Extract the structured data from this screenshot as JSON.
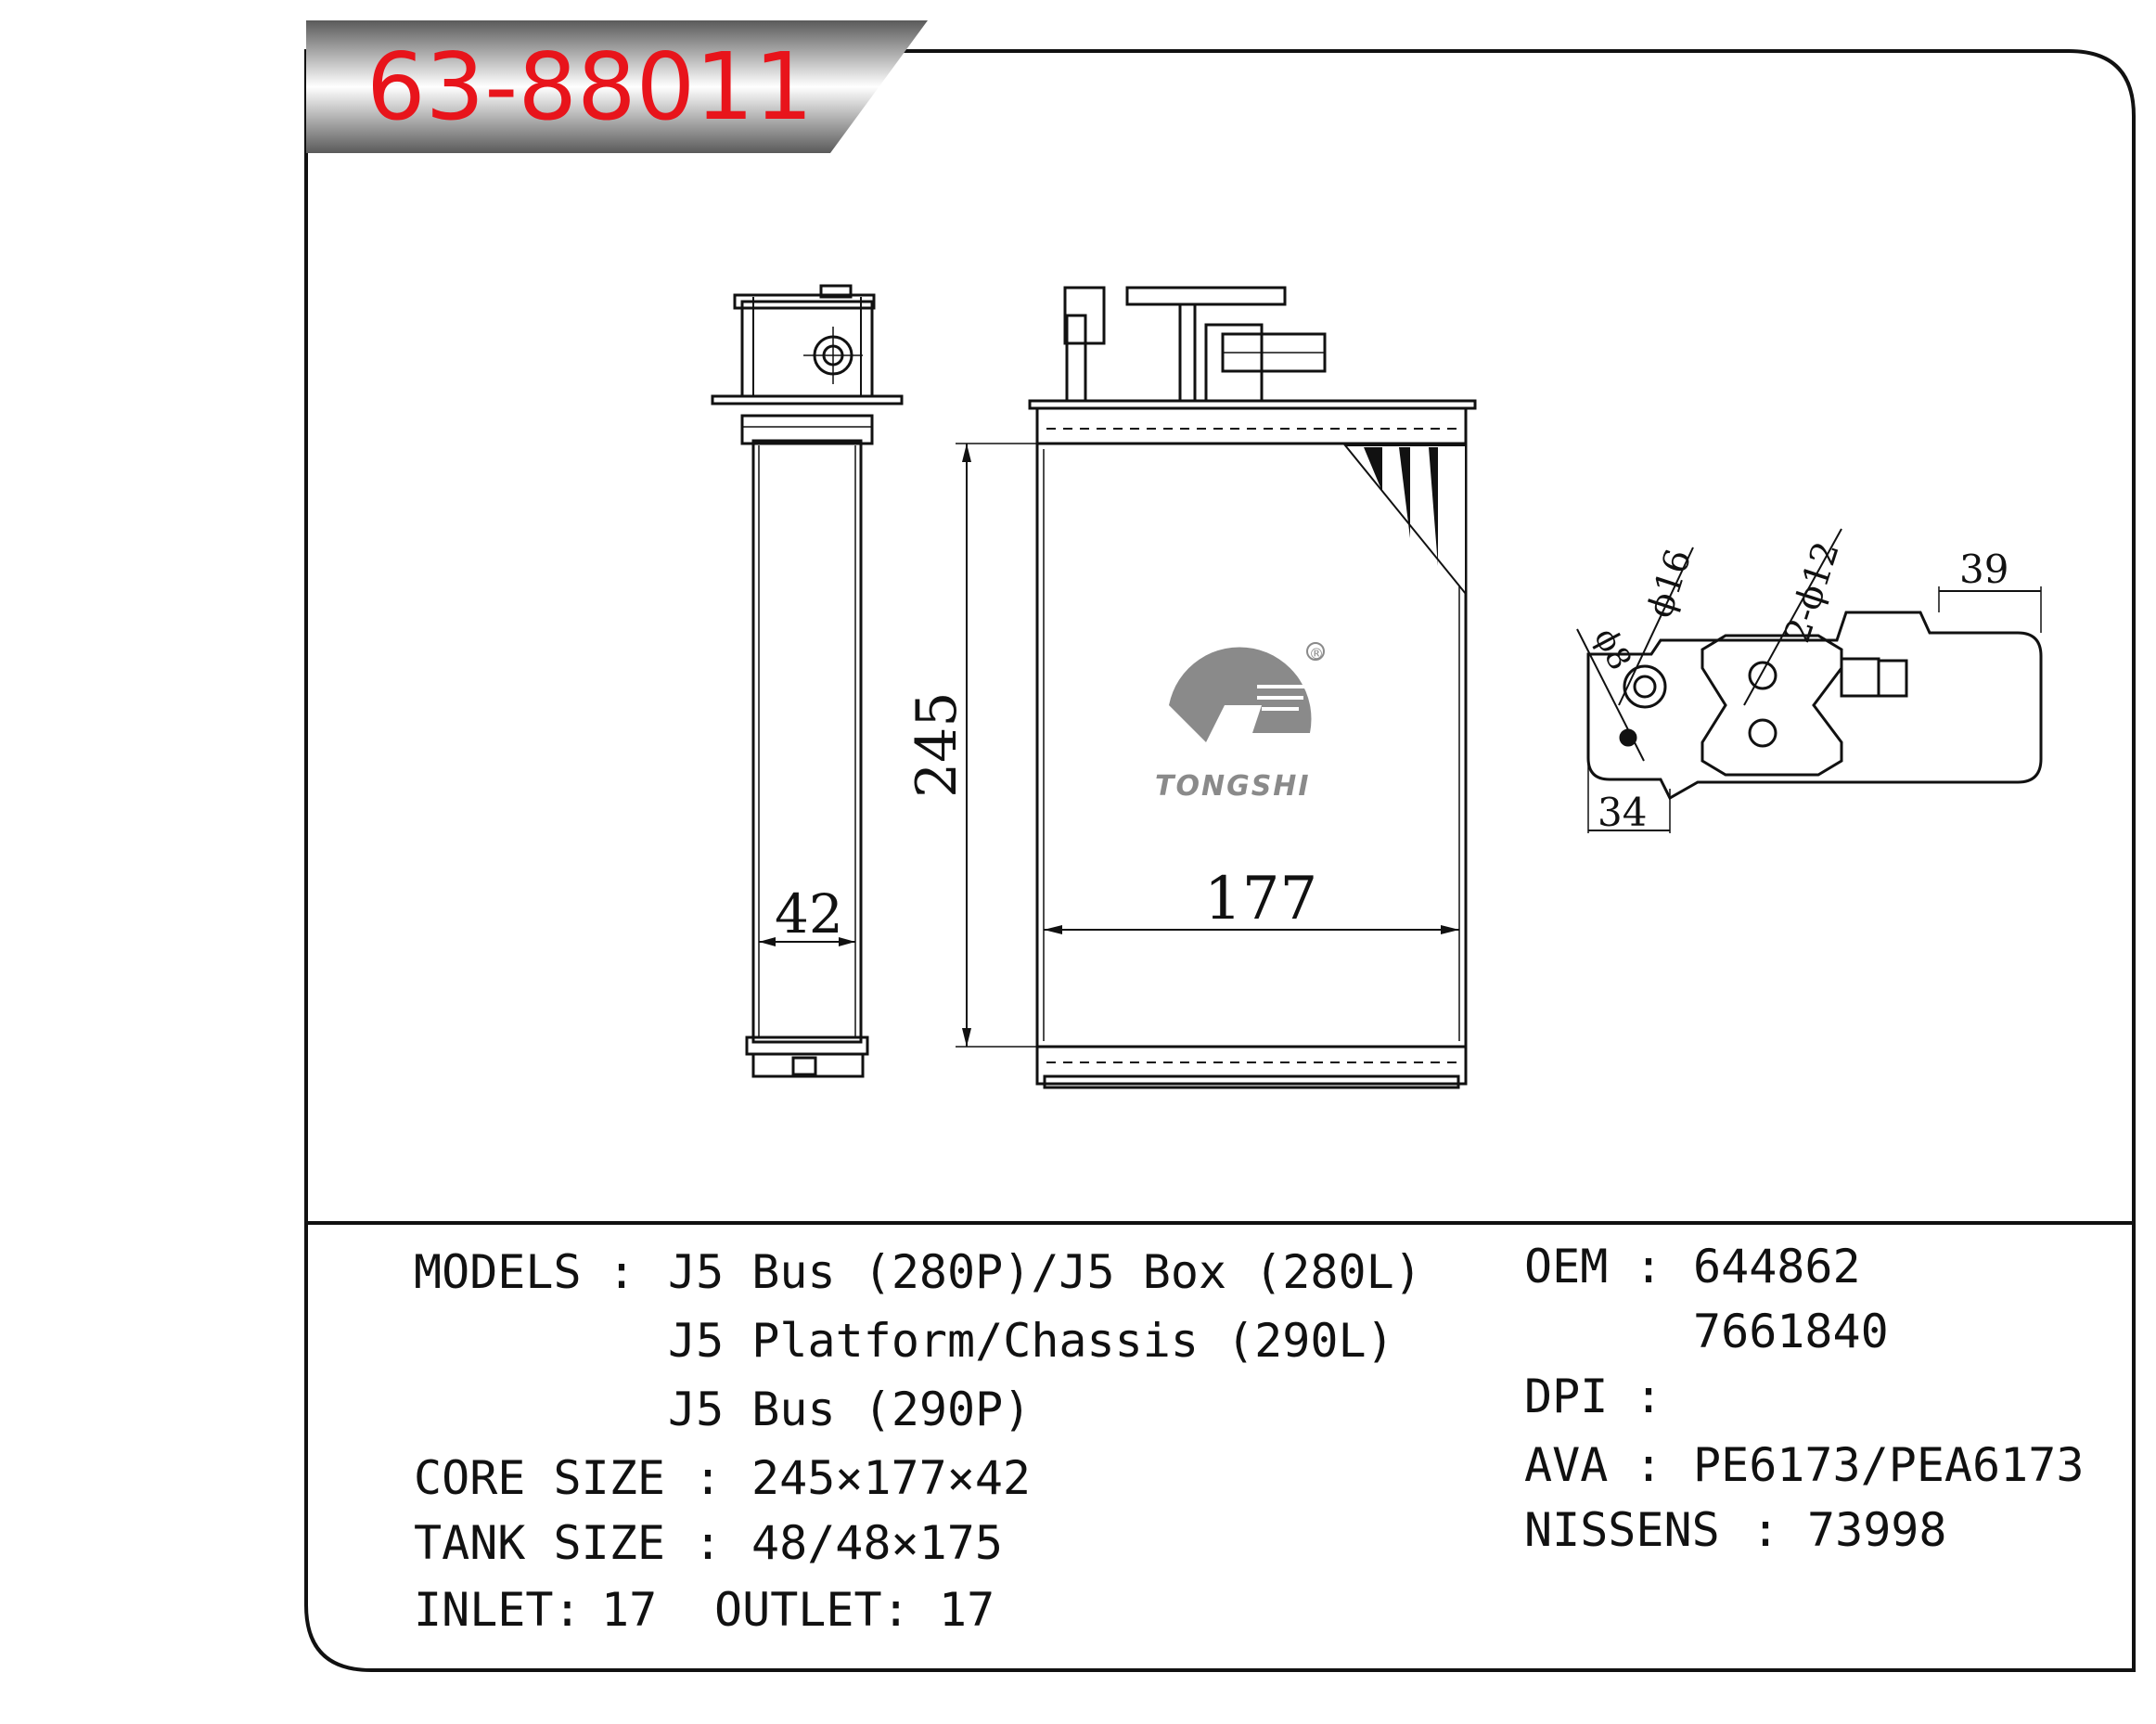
{
  "part_number": "63-88011",
  "brand": {
    "name": "TONGSHI",
    "registered_mark": "®"
  },
  "drawing": {
    "side_view_width": "42",
    "front_view_height": "245",
    "front_view_width": "177",
    "connector_view": {
      "hole_small": "ϕ8",
      "hole_large": "ϕ16",
      "holes_pair": "2-ϕ12",
      "offset_left": "34",
      "offset_right": "39"
    }
  },
  "specs": {
    "models_label": "MODELS",
    "models_sep": ":",
    "models": [
      "J5 Bus (280P)/J5 Box (280L)",
      "J5 Platform/Chassis (290L)",
      "J5 Bus (290P)"
    ],
    "core_label": "CORE SIZE",
    "core_value": "245×177×42",
    "tank_label": "TANK SIZE",
    "tank_value": "48/48×175",
    "inlet_label": "INLET:",
    "inlet_value": "17",
    "outlet_label": "OUTLET:",
    "outlet_value": "17",
    "sep": ":"
  },
  "refs": {
    "oem_label": "OEM",
    "oem_values": [
      "644862",
      "7661840"
    ],
    "dpi_label": "DPI",
    "dpi_value": "",
    "ava_label": "AVA",
    "ava_value": "PE6173/PEA6173",
    "nissens_label": "NISSENS",
    "nissens_value": "73998",
    "sep": ":"
  },
  "colors": {
    "part_number": "#e8141b",
    "line": "#111111",
    "logo_gray": "#8a8a8a"
  }
}
